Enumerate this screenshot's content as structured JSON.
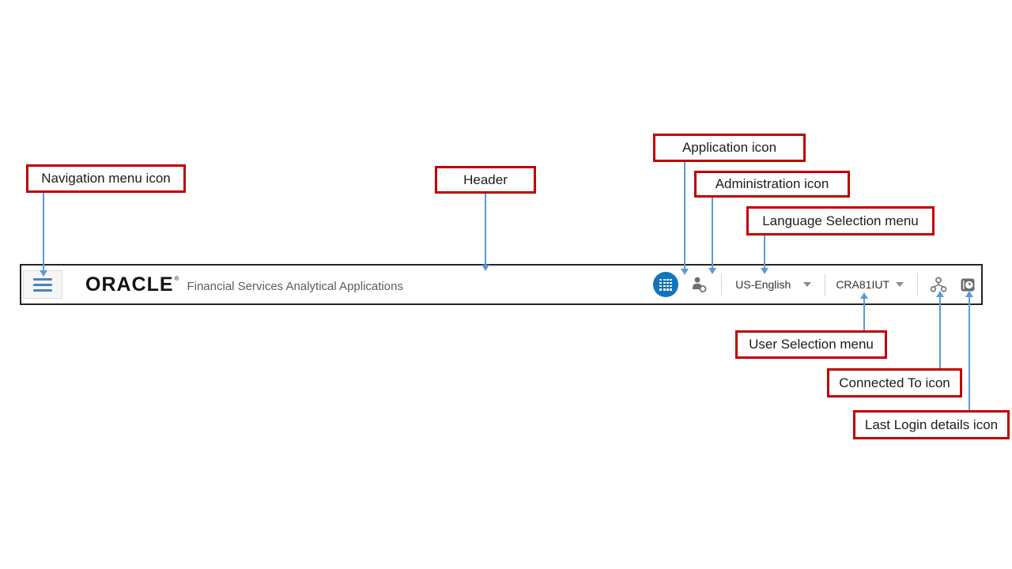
{
  "header": {
    "brand": "ORACLE",
    "brand_reg": "®",
    "subtitle": "Financial Services Analytical Applications",
    "language": "US-English",
    "user": "CRA81IUT"
  },
  "callouts": [
    {
      "id": "navigation",
      "label": "Navigation menu icon"
    },
    {
      "id": "header",
      "label": "Header"
    },
    {
      "id": "application",
      "label": "Application icon"
    },
    {
      "id": "administration",
      "label": "Administration icon"
    },
    {
      "id": "language",
      "label": "Language Selection menu"
    },
    {
      "id": "user",
      "label": "User Selection menu"
    },
    {
      "id": "connected",
      "label": "Connected To icon"
    },
    {
      "id": "lastlogin",
      "label": "Last Login details icon"
    }
  ],
  "icons": {
    "navigation": "hamburger-icon",
    "application": "grid-in-circle-icon",
    "administration": "person-gear-icon",
    "language_caret": "chevron-down",
    "user_caret": "chevron-down",
    "connected_to": "org-chart-icon",
    "last_login": "clock-badge-icon"
  },
  "colors": {
    "callout_border": "#c00000",
    "arrow": "#5b9bd5",
    "application_icon_bg": "#1374bc",
    "hamburger_lines": "#4d82b8",
    "bar_border": "#242424",
    "subtitle_text": "#5c5c5c"
  }
}
